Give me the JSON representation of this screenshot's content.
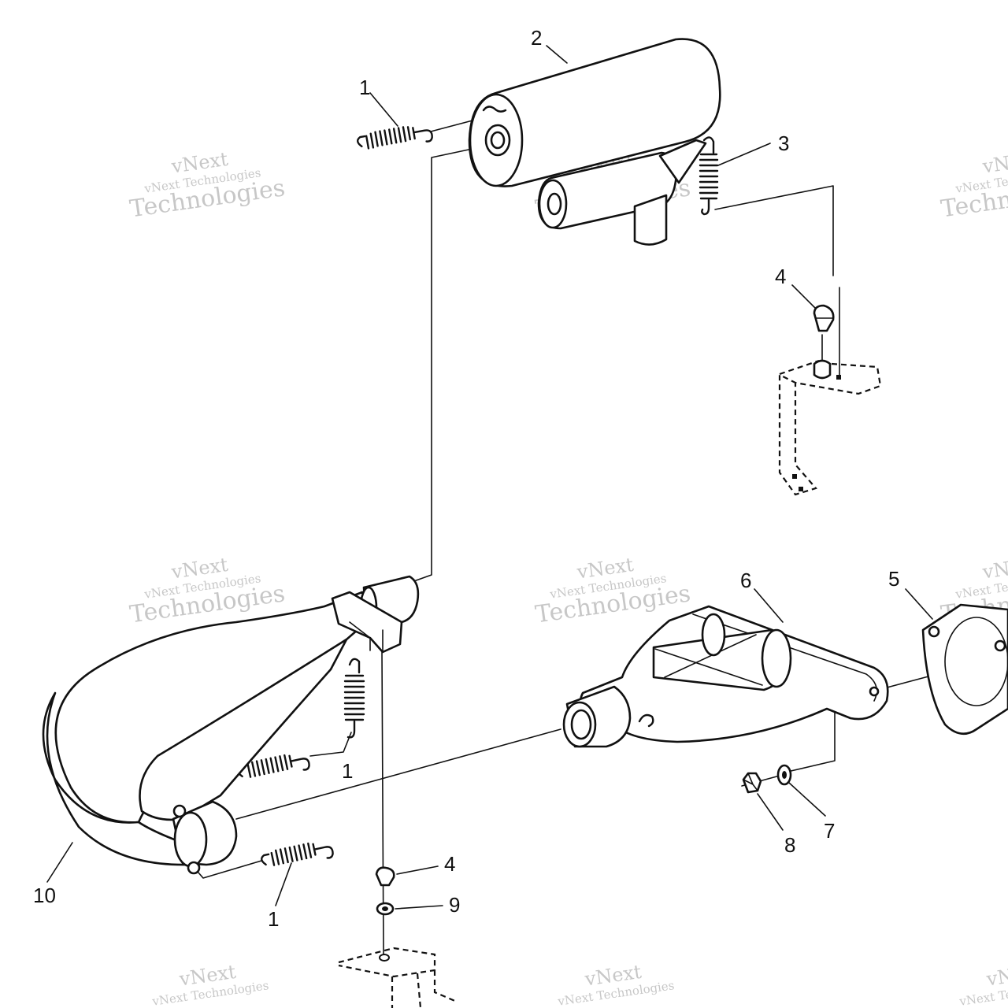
{
  "callouts": [
    {
      "id": "c1a",
      "label": "1"
    },
    {
      "id": "c2",
      "label": "2"
    },
    {
      "id": "c3",
      "label": "3"
    },
    {
      "id": "c4a",
      "label": "4"
    },
    {
      "id": "c6",
      "label": "6"
    },
    {
      "id": "c5",
      "label": "5"
    },
    {
      "id": "c1b",
      "label": "1"
    },
    {
      "id": "c8",
      "label": "8"
    },
    {
      "id": "c7",
      "label": "7"
    },
    {
      "id": "c10",
      "label": "10"
    },
    {
      "id": "c1c",
      "label": "1"
    },
    {
      "id": "c4b",
      "label": "4"
    },
    {
      "id": "c9",
      "label": "9"
    }
  ],
  "watermark": {
    "line1": "vNext",
    "line2": "vNext Technologies",
    "line3": "Technologies"
  },
  "colors": {
    "ink": "#111111",
    "watermark": "#9a9a9a",
    "background": "#ffffff"
  }
}
